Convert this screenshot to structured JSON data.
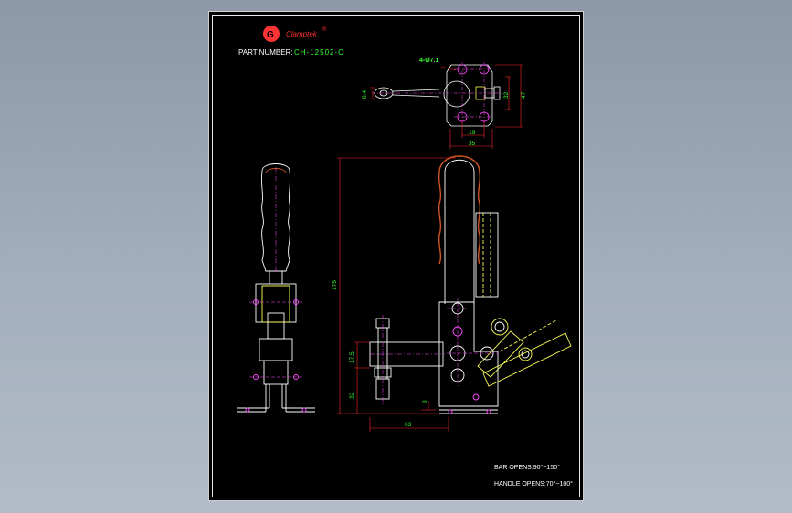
{
  "title_block": {
    "brand": "Clamptek",
    "brand_mark": "®",
    "part_number_label": "PART NUMBER:",
    "part_number": "CH-12502-C"
  },
  "notes": {
    "bar_opens": "BAR OPENS:90°~150°",
    "handle_opens": "HANDLE OPENS:70°~100°"
  },
  "dimensions": {
    "holes": "4-Ø7.1",
    "top_height_inner": "32",
    "top_height_outer": "47",
    "bar_thickness": "8.4",
    "hole_spacing_x": "19",
    "base_width": "35",
    "overall_height": "175",
    "spindle_height": "17.5",
    "base_height": "32",
    "base_thickness": "3",
    "reach": "63"
  },
  "colors": {
    "background": "#000000",
    "outline": "#ffffff",
    "dimension": "#ff2b2b",
    "dimension_text": "#33ff33",
    "hidden_line": "#ffff55",
    "centerline": "#ff4cff",
    "handle_accent": "#cc5522",
    "brand": "#ff3333"
  }
}
